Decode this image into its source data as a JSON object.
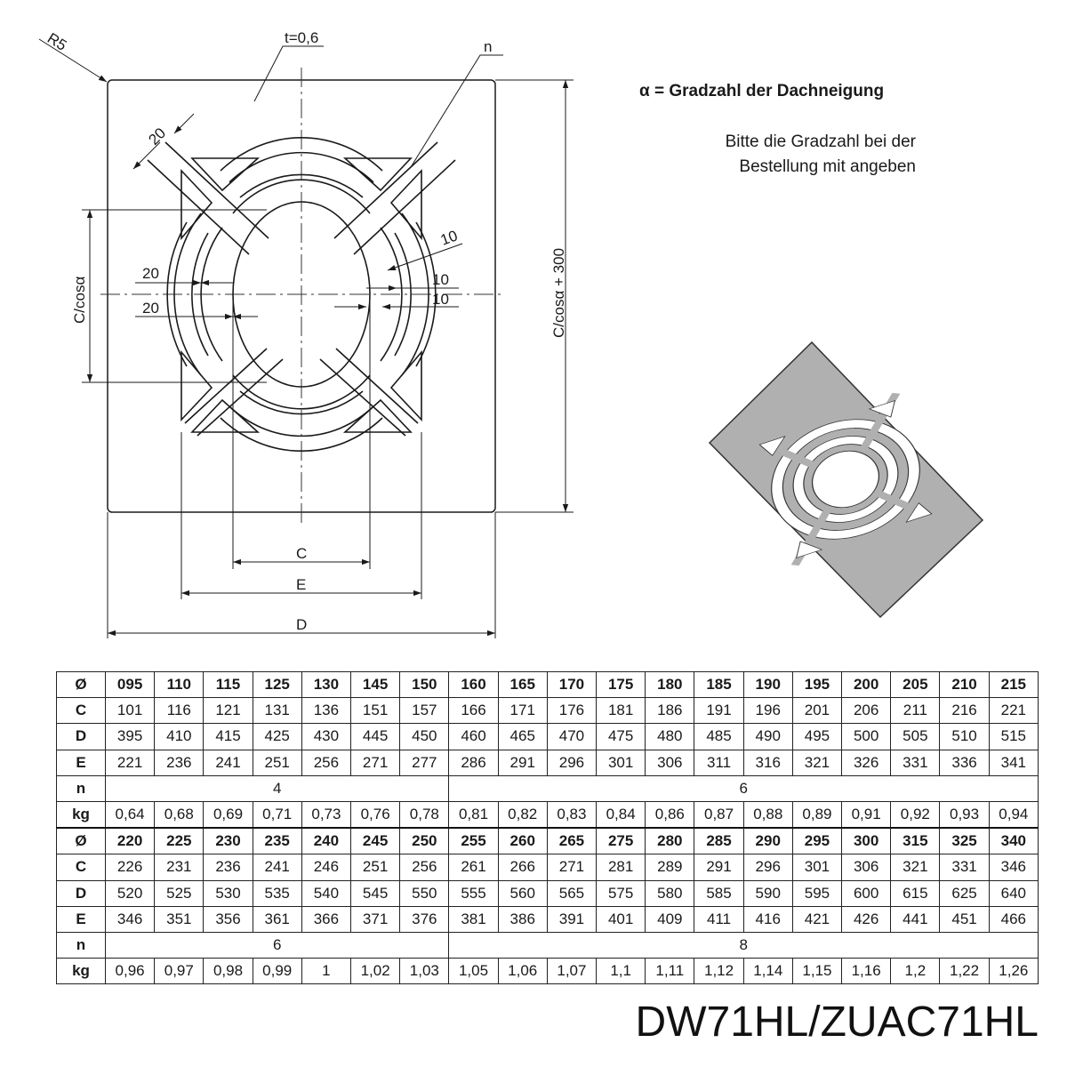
{
  "drawing": {
    "labels": {
      "radius": "R5",
      "thickness": "t=0,6",
      "cutout_count": "n",
      "bar_width_top": "20",
      "bar_width_right": "10",
      "ring_inner_right_1": "10",
      "ring_inner_right_2": "10",
      "ring_left_1": "20",
      "ring_left_2": "20",
      "height_inner": "C/cosα",
      "height_outer": "C/cosα + 300",
      "dim_c": "C",
      "dim_e": "E",
      "dim_d": "D"
    }
  },
  "note": {
    "title": "α = Gradzahl der Dachneigung",
    "line1": "Bitte die Gradzahl bei der",
    "line2": "Bestellung mit angeben"
  },
  "table": {
    "blocks": [
      {
        "dia": [
          "095",
          "110",
          "115",
          "125",
          "130",
          "145",
          "150",
          "160",
          "165",
          "170",
          "175",
          "180",
          "185",
          "190",
          "195",
          "200",
          "205",
          "210",
          "215"
        ],
        "C": [
          "101",
          "116",
          "121",
          "131",
          "136",
          "151",
          "157",
          "166",
          "171",
          "176",
          "181",
          "186",
          "191",
          "196",
          "201",
          "206",
          "211",
          "216",
          "221"
        ],
        "D": [
          "395",
          "410",
          "415",
          "425",
          "430",
          "445",
          "450",
          "460",
          "465",
          "470",
          "475",
          "480",
          "485",
          "490",
          "495",
          "500",
          "505",
          "510",
          "515"
        ],
        "E": [
          "221",
          "236",
          "241",
          "251",
          "256",
          "271",
          "277",
          "286",
          "291",
          "296",
          "301",
          "306",
          "311",
          "316",
          "321",
          "326",
          "331",
          "336",
          "341"
        ],
        "n": [
          {
            "value": "4",
            "span": 7
          },
          {
            "value": "6",
            "span": 12
          }
        ],
        "kg": [
          "0,64",
          "0,68",
          "0,69",
          "0,71",
          "0,73",
          "0,76",
          "0,78",
          "0,81",
          "0,82",
          "0,83",
          "0,84",
          "0,86",
          "0,87",
          "0,88",
          "0,89",
          "0,91",
          "0,92",
          "0,93",
          "0,94"
        ]
      },
      {
        "dia": [
          "220",
          "225",
          "230",
          "235",
          "240",
          "245",
          "250",
          "255",
          "260",
          "265",
          "275",
          "280",
          "285",
          "290",
          "295",
          "300",
          "315",
          "325",
          "340"
        ],
        "C": [
          "226",
          "231",
          "236",
          "241",
          "246",
          "251",
          "256",
          "261",
          "266",
          "271",
          "281",
          "289",
          "291",
          "296",
          "301",
          "306",
          "321",
          "331",
          "346"
        ],
        "D": [
          "520",
          "525",
          "530",
          "535",
          "540",
          "545",
          "550",
          "555",
          "560",
          "565",
          "575",
          "580",
          "585",
          "590",
          "595",
          "600",
          "615",
          "625",
          "640"
        ],
        "E": [
          "346",
          "351",
          "356",
          "361",
          "366",
          "371",
          "376",
          "381",
          "386",
          "391",
          "401",
          "409",
          "411",
          "416",
          "421",
          "426",
          "441",
          "451",
          "466"
        ],
        "n": [
          {
            "value": "6",
            "span": 7
          },
          {
            "value": "8",
            "span": 12
          }
        ],
        "kg": [
          "0,96",
          "0,97",
          "0,98",
          "0,99",
          "1",
          "1,02",
          "1,03",
          "1,05",
          "1,06",
          "1,07",
          "1,1",
          "1,11",
          "1,12",
          "1,14",
          "1,15",
          "1,16",
          "1,2",
          "1,22",
          "1,26"
        ]
      }
    ],
    "row_headers": {
      "dia": "Ø",
      "C": "C",
      "D": "D",
      "E": "E",
      "n": "n",
      "kg": "kg"
    }
  },
  "model_code": "DW71HL/ZUAC71HL"
}
